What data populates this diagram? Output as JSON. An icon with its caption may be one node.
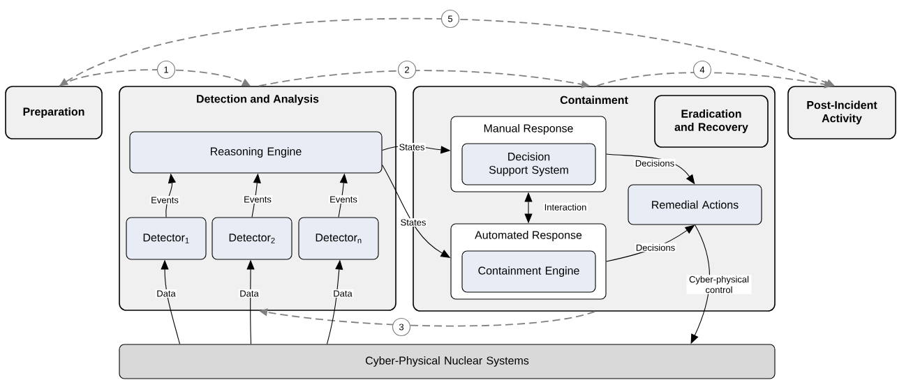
{
  "diagram": {
    "nodes": [
      {
        "text": [
          "Preparation"
        ]
      },
      {
        "text": [
          "Detection and Analysis"
        ]
      },
      {
        "text": [
          "Reasoning Engine"
        ],
        "in": 1
      },
      {
        "text": [
          "Detector$_{1}$"
        ],
        "in": 1
      },
      {
        "text": [
          "Detector$_{2}$"
        ],
        "in": 1
      },
      {
        "text": [
          "Detector$_{n}$"
        ],
        "in": 1
      },
      {
        "text": [
          "Containment"
        ]
      },
      {
        "text": [
          "Manual Response"
        ],
        "in": 6
      },
      {
        "text": [
          "Decision Support System"
        ],
        "in": 7
      },
      {
        "text": [
          "Eradication and Recovery"
        ],
        "in": 6
      },
      {
        "text": [
          "Remedial Actions"
        ],
        "in": 6
      },
      {
        "text": [
          "Automated Response"
        ],
        "in": 6
      },
      {
        "text": [
          "Containment Engine"
        ],
        "in": 11
      },
      {
        "text": [
          "Post-Incident Activity"
        ]
      },
      {
        "text": [
          "Cyber-Physical Nuclear Systems"
        ]
      }
    ],
    "edges": [
      {
        "from": 0,
        "to": 1,
        "arrow": "to",
        "label": "1",
        "style": "dashed",
        "color": "#808080"
      },
      {
        "from": 1,
        "to": 6,
        "arrow": "to",
        "label": "2",
        "style": "dashed",
        "color": "#808080"
      },
      {
        "from": 6,
        "to": 1,
        "arrow": "to",
        "label": "3",
        "style": "dashed",
        "color": "#808080"
      },
      {
        "from": 6,
        "to": 13,
        "arrow": "to",
        "label": "4",
        "style": "dashed",
        "color": "#808080"
      },
      {
        "from": 0,
        "to": 13,
        "arrow": "both",
        "label": "5",
        "style": "dashed",
        "color": "#808080"
      },
      {
        "from": 3,
        "to": 2,
        "arrow": "to",
        "label": "Events"
      },
      {
        "from": 4,
        "to": 2,
        "arrow": "to",
        "label": "Events"
      },
      {
        "from": 5,
        "to": 2,
        "arrow": "to",
        "label": "Events"
      },
      {
        "from": 14,
        "to": 3,
        "arrow": "to",
        "label": "Data"
      },
      {
        "from": 14,
        "to": 4,
        "arrow": "to",
        "label": "Data"
      },
      {
        "from": 14,
        "to": 5,
        "arrow": "to",
        "label": "Data"
      },
      {
        "from": 2,
        "to": 7,
        "arrow": "to",
        "label": "States"
      },
      {
        "from": 2,
        "to": 11,
        "arrow": "to",
        "label": "States"
      },
      {
        "from": 7,
        "to": 10,
        "arrow": "to",
        "label": "Decisions"
      },
      {
        "from": 11,
        "to": 10,
        "arrow": "to",
        "label": "Decisions"
      },
      {
        "from": 7,
        "to": 11,
        "arrow": "both",
        "label": "Interaction"
      },
      {
        "from": 10,
        "to": 14,
        "arrow": "to",
        "label": "Cyber-physical control"
      }
    ]
  }
}
